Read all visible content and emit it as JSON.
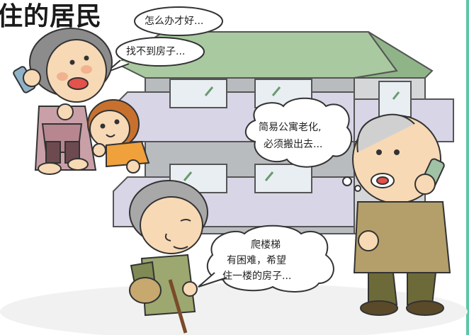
{
  "title": "住的居民",
  "bubbles": {
    "woman_1": "怎么办才好...",
    "woman_2": "找不到房子...",
    "man_line1": "简易公寓老化,",
    "man_line2": "必须搬出去...",
    "elder_line1": "爬楼梯",
    "elder_line2": "有困难，希望",
    "elder_line3": "住一楼的房子..."
  }
}
